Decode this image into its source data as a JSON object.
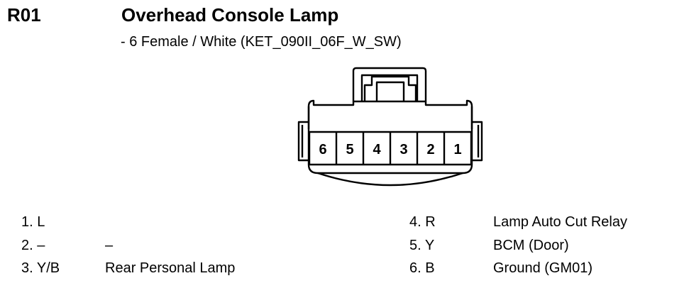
{
  "header": {
    "code": "R01",
    "title": "Overhead Console Lamp",
    "subtitle": "- 6 Female / White (KET_090II_06F_W_SW)"
  },
  "connector": {
    "pins_display_order": [
      "6",
      "5",
      "4",
      "3",
      "2",
      "1"
    ]
  },
  "pins": [
    {
      "label": "1. L",
      "desc": ""
    },
    {
      "label": "2. –",
      "desc": "–"
    },
    {
      "label": "3. Y/B",
      "desc": "Rear Personal Lamp"
    },
    {
      "label": "4. R",
      "desc": "Lamp Auto Cut Relay"
    },
    {
      "label": "5. Y",
      "desc": "BCM (Door)"
    },
    {
      "label": "6. B",
      "desc": "Ground (GM01)"
    }
  ]
}
